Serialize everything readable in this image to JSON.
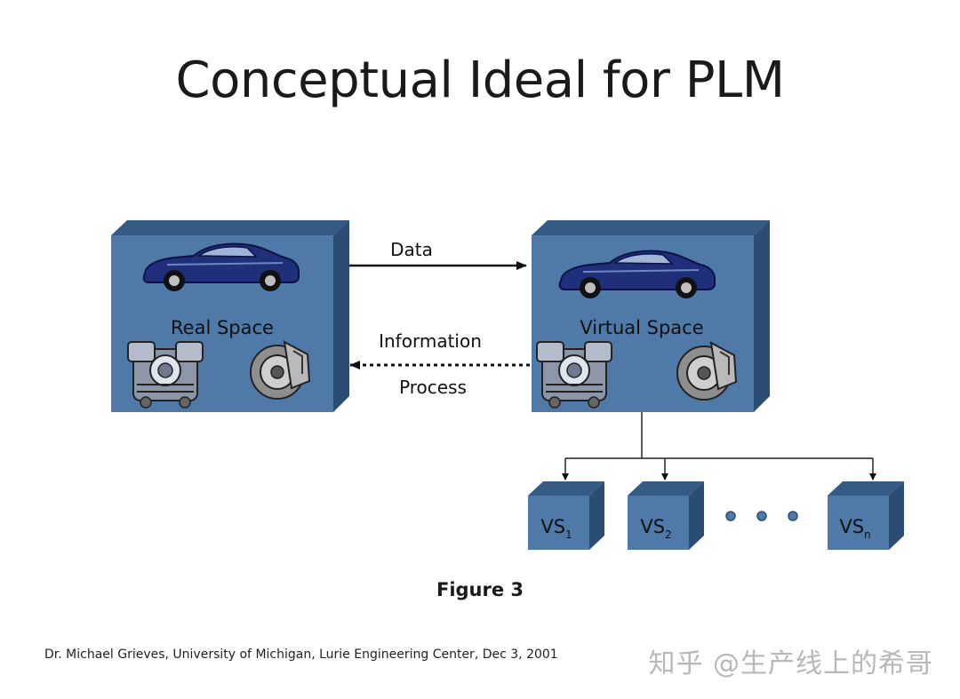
{
  "title": "Conceptual Ideal for PLM",
  "real_space": {
    "label": "Real Space"
  },
  "virtual_space": {
    "label": "Virtual Space"
  },
  "arrows": {
    "data": "Data",
    "information": "Information",
    "process": "Process"
  },
  "sub_spaces": [
    {
      "base": "VS",
      "sub": "1"
    },
    {
      "base": "VS",
      "sub": "2"
    },
    {
      "base": "VS",
      "sub": "n"
    }
  ],
  "caption": "Figure 3",
  "credit": "Dr. Michael Grieves, University of Michigan, Lurie Engineering Center, Dec 3, 2001",
  "watermark": "知乎 @生产线上的希哥",
  "colors": {
    "box_front": "#4f79a7",
    "box_top": "#355a84",
    "box_side": "#2c4d73",
    "car": "#1f2f7a"
  }
}
